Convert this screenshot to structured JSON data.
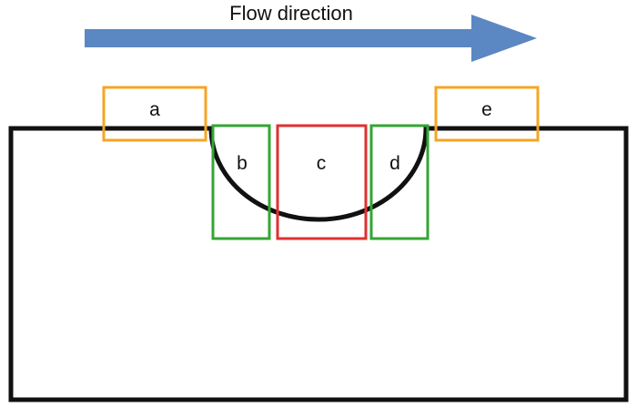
{
  "title": "Flow direction",
  "colors": {
    "arrow": "#5b87c3",
    "outline": "#111111",
    "orange": "#f5a623",
    "green": "#34a534",
    "red": "#e0312f"
  },
  "regions": [
    {
      "id": "a",
      "label": "a",
      "color": "orange"
    },
    {
      "id": "b",
      "label": "b",
      "color": "green"
    },
    {
      "id": "c",
      "label": "c",
      "color": "red"
    },
    {
      "id": "d",
      "label": "d",
      "color": "green"
    },
    {
      "id": "e",
      "label": "e",
      "color": "orange"
    }
  ]
}
